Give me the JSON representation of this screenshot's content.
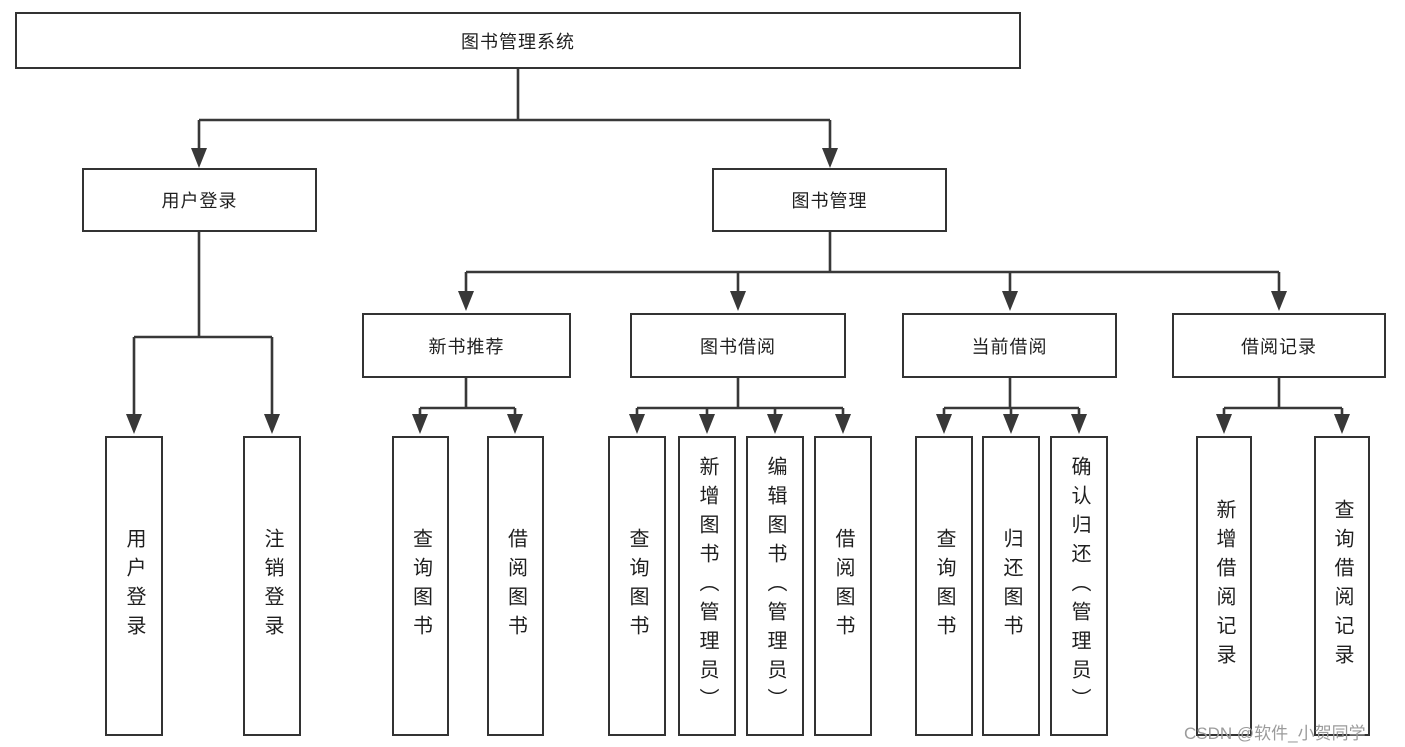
{
  "hierarchy": {
    "root": {
      "label": "图书管理系统"
    },
    "level2": [
      {
        "label": "用户登录",
        "leaves": [
          {
            "label": "用户登录"
          },
          {
            "label": "注销登录"
          }
        ]
      },
      {
        "label": "图书管理",
        "groups": [
          {
            "label": "新书推荐",
            "leaves": [
              {
                "label": "查询图书"
              },
              {
                "label": "借阅图书"
              }
            ]
          },
          {
            "label": "图书借阅",
            "leaves": [
              {
                "label": "查询图书"
              },
              {
                "label": "新增图书（管理员）"
              },
              {
                "label": "编辑图书（管理员）"
              },
              {
                "label": "借阅图书"
              }
            ]
          },
          {
            "label": "当前借阅",
            "leaves": [
              {
                "label": "查询图书"
              },
              {
                "label": "归还图书"
              },
              {
                "label": "确认归还（管理员）"
              }
            ]
          },
          {
            "label": "借阅记录",
            "leaves": [
              {
                "label": "新增借阅记录"
              },
              {
                "label": "查询借阅记录"
              }
            ]
          }
        ]
      }
    ]
  },
  "watermark": {
    "text": "CSDN @软件_小贺同学"
  },
  "colors": {
    "line": "#383838",
    "box_border": "#333333",
    "text": "#1f1f1f",
    "watermark": "#9b9b9b",
    "background": "#ffffff"
  }
}
